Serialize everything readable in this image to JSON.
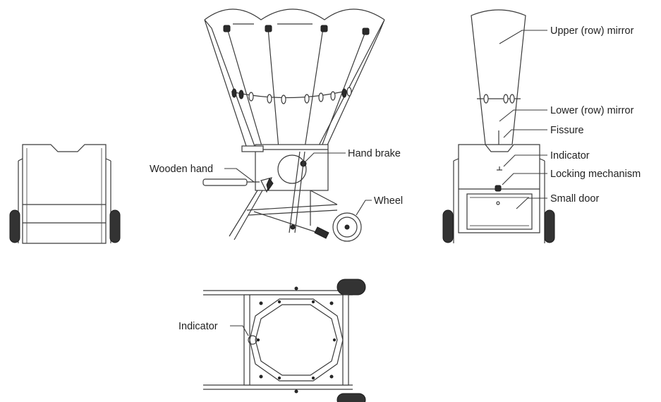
{
  "labels": {
    "wooden_hand": "Wooden hand",
    "hand_brake": "Hand brake",
    "wheel": "Wheel",
    "upper_mirror": "Upper (row) mirror",
    "lower_mirror": "Lower (row) mirror",
    "fissure": "Fissure",
    "indicator_side": "Indicator",
    "locking_mechanism": "Locking mechanism",
    "small_door": "Small door",
    "indicator_top": "Indicator"
  },
  "colors": {
    "line": "#3a3a3a",
    "tyre": "#333333",
    "background": "#ffffff"
  }
}
